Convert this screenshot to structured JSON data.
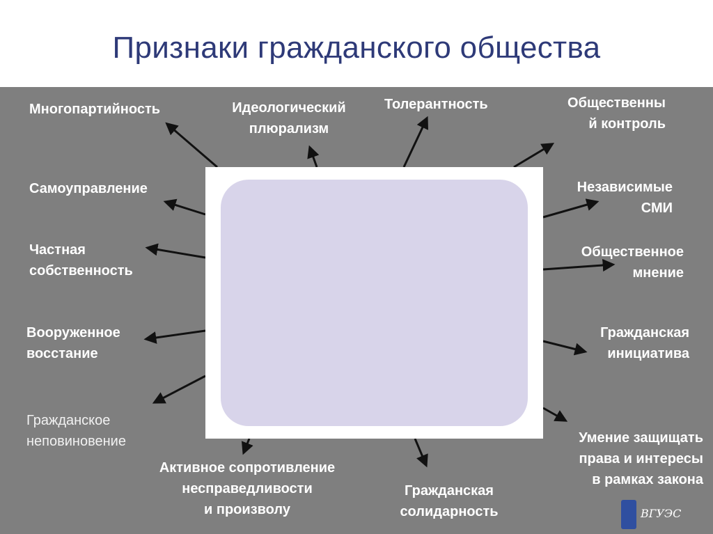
{
  "title": "Признаки гражданского общества",
  "labels": {
    "multiparty": "Многопартийность",
    "ideological": [
      "Идеологический",
      "плюрализм"
    ],
    "tolerance": "Толерантность",
    "public_control": [
      "Общественны",
      "й контроль"
    ],
    "self_government": "Самоуправление",
    "independent_media": [
      "Независимые",
      "СМИ"
    ],
    "private_property": [
      "Частная",
      "собственность"
    ],
    "public_opinion": [
      "Общественное",
      "мнение"
    ],
    "armed_uprising": [
      "Вооруженное",
      "восстание"
    ],
    "civic_initiative": [
      "Гражданская",
      "инициатива"
    ],
    "civil_disobedience": [
      "Гражданское",
      "неповиновение"
    ],
    "active_resistance": [
      "Активное сопротивление",
      "несправедливости",
      "и произволу"
    ],
    "civic_solidarity": [
      "Гражданская",
      "солидарность"
    ],
    "defend_rights": [
      "Умение защищать",
      "права и интересы",
      "в рамках закона"
    ]
  },
  "logo_text": "ВГУЭС",
  "colors": {
    "title": "#2e3a78",
    "panel": "#7f7f7f",
    "label": "#ffffff",
    "arrow": "#111111"
  }
}
